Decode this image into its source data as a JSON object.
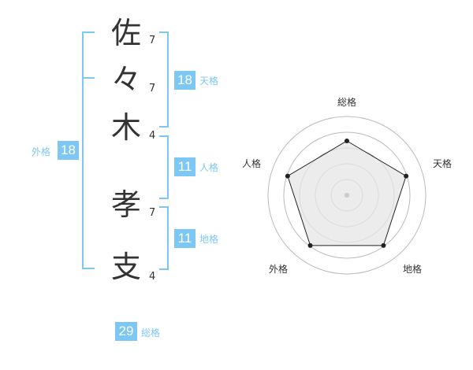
{
  "name": {
    "chars": [
      {
        "char": "佐",
        "strokes": "7"
      },
      {
        "char": "々",
        "strokes": "7"
      },
      {
        "char": "木",
        "strokes": "4"
      },
      {
        "char": "孝",
        "strokes": "7"
      },
      {
        "char": "支",
        "strokes": "4"
      }
    ]
  },
  "kakusu": {
    "tenkaku": {
      "value": "18",
      "label": "天格"
    },
    "jinkaku": {
      "value": "11",
      "label": "人格"
    },
    "chikaku": {
      "value": "11",
      "label": "地格"
    },
    "gaikaku": {
      "value": "18",
      "label": "外格"
    },
    "soukaku": {
      "value": "29",
      "label": "総格"
    }
  },
  "radar": {
    "axes": [
      "総格",
      "天格",
      "地格",
      "外格",
      "人格"
    ],
    "values": [
      0.69,
      0.79,
      0.79,
      0.79,
      0.79
    ],
    "colors": {
      "line": "#222222",
      "fill": "#e6e6e6",
      "ring": "#bbbbbb",
      "center": "#cccccc"
    }
  },
  "colors": {
    "accent": "#7cc7f3",
    "text": "#333333"
  }
}
